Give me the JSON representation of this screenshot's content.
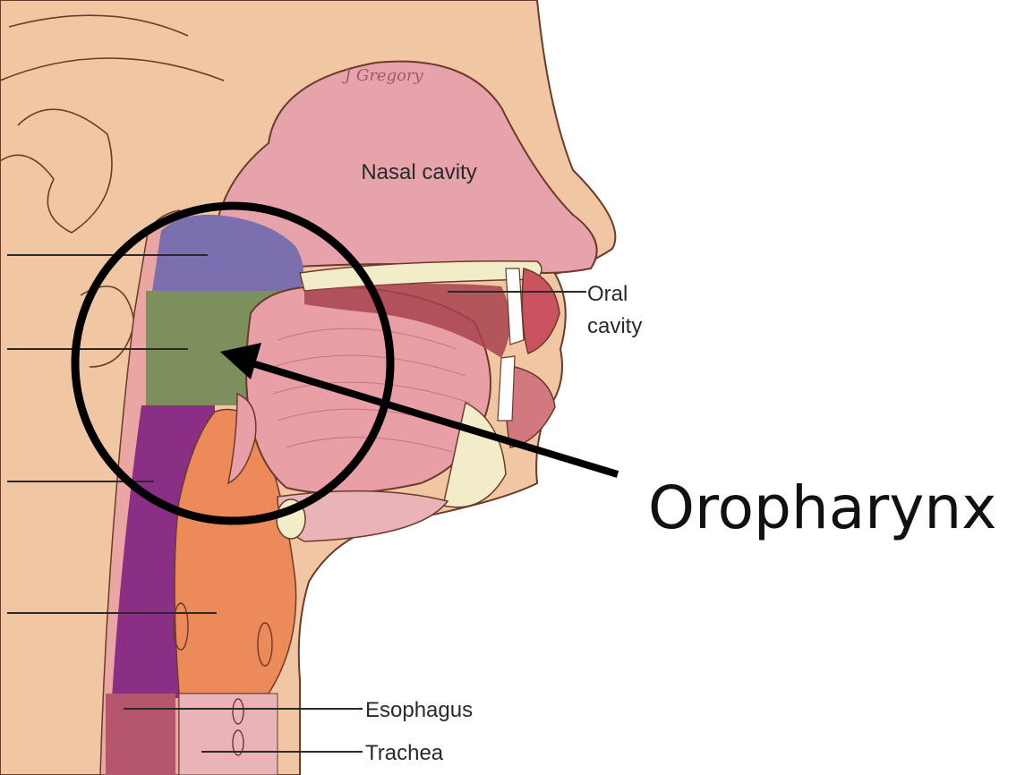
{
  "figure": {
    "labels": {
      "nasal_cavity": "Nasal cavity",
      "oral_cavity_line1": "Oral",
      "oral_cavity_line2": "cavity",
      "esophagus": "Esophagus",
      "trachea": "Trachea"
    },
    "callout": "Oropharynx",
    "signature": "J Gregory"
  },
  "colors": {
    "skin": "#f1c7a3",
    "tissue_pink": "#e8a3ac",
    "nasopharynx": "#7b6fb0",
    "oropharynx": "#7c8f5c",
    "laryngopharynx": "#8b2e86",
    "larynx": "#ec8a5a",
    "bone": "#f3ecc9",
    "outline": "#6b3a2a",
    "annotation": "#000000"
  }
}
